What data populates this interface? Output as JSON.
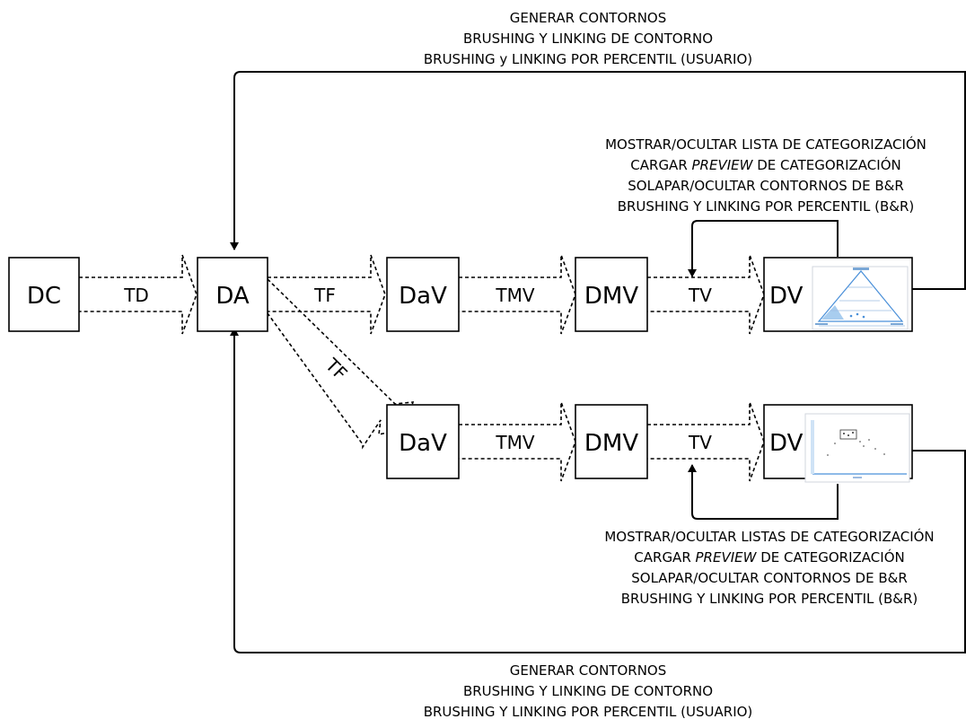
{
  "nodes": {
    "dc": "DC",
    "da": "DA",
    "dav_top": "DaV",
    "dmv_top": "DMV",
    "dv_top": "DV",
    "dav_bottom": "DaV",
    "dmv_bottom": "DMV",
    "dv_bottom": "DV"
  },
  "arrows": {
    "td": "TD",
    "tf_top": "TF",
    "tf_diagonal": "TF",
    "tmv_top": "TMV",
    "tv_top": "TV",
    "tmv_bottom": "TMV",
    "tv_bottom": "TV"
  },
  "top_loop_notes": {
    "line1": "GENERAR CONTORNOS",
    "line2": "BRUSHING Y LINKING DE CONTORNO",
    "line3": "BRUSHING y LINKING POR PERCENTIL (USUARIO)"
  },
  "top_dv_notes": {
    "line1": "MOSTRAR/OCULTAR LISTA DE CATEGORIZACIÓN",
    "line2_pre": "CARGAR ",
    "line2_em": "PREVIEW",
    "line2_post": " DE CATEGORIZACIÓN",
    "line3": "SOLAPAR/OCULTAR CONTORNOS DE B&R",
    "line4": "BRUSHING Y LINKING POR PERCENTIL (B&R)"
  },
  "bottom_dv_notes": {
    "line1": "MOSTRAR/OCULTAR LISTAS DE CATEGORIZACIÓN",
    "line2_pre": "CARGAR ",
    "line2_em": "PREVIEW",
    "line2_post": " DE CATEGORIZACIÓN",
    "line3": "SOLAPAR/OCULTAR CONTORNOS DE B&R",
    "line4": "BRUSHING Y LINKING POR PERCENTIL (B&R)"
  },
  "bottom_loop_notes": {
    "line1": "GENERAR CONTORNOS",
    "line2": "BRUSHING Y LINKING DE CONTORNO",
    "line3": "BRUSHING Y LINKING POR PERCENTIL (USUARIO)"
  },
  "colors": {
    "line": "#000000",
    "thumbnail_accent": "#4a90d9"
  }
}
